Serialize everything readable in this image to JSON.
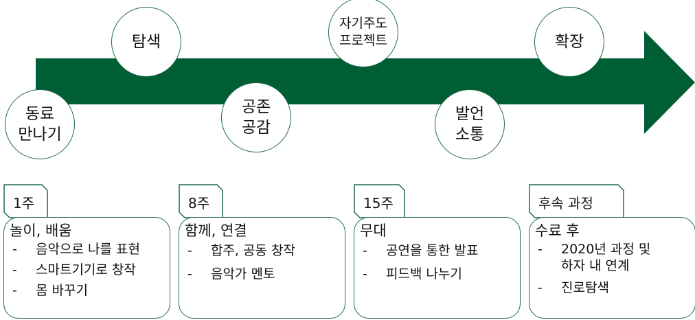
{
  "colors": {
    "arrow": "#005E35",
    "outline": "#1E6A46"
  },
  "stages": [
    {
      "lines": [
        "동료",
        "만나기"
      ]
    },
    {
      "lines": [
        "탐색"
      ]
    },
    {
      "lines": [
        "공존",
        "공감"
      ]
    },
    {
      "lines": [
        "자기주도",
        "프로젝트"
      ]
    },
    {
      "lines": [
        "발언",
        "소통"
      ]
    },
    {
      "lines": [
        "확장"
      ]
    }
  ],
  "phases": [
    {
      "tag": "1주",
      "title": "놀이, 배움",
      "items": [
        "음악으로 나를 표현",
        "스마트기기로 창작",
        "몸 바꾸기"
      ]
    },
    {
      "tag": "8주",
      "title": "함께, 연결",
      "items": [
        "합주, 공동 창작",
        "음악가 멘토"
      ]
    },
    {
      "tag": "15주",
      "title": "무대",
      "items": [
        "공연을 통한 발표",
        "피드백 나누기"
      ]
    },
    {
      "tag": "후속 과정",
      "title": "수료 후",
      "items": [
        "2020년 과정 및\n하자 내 연계",
        "진로탐색"
      ]
    }
  ]
}
